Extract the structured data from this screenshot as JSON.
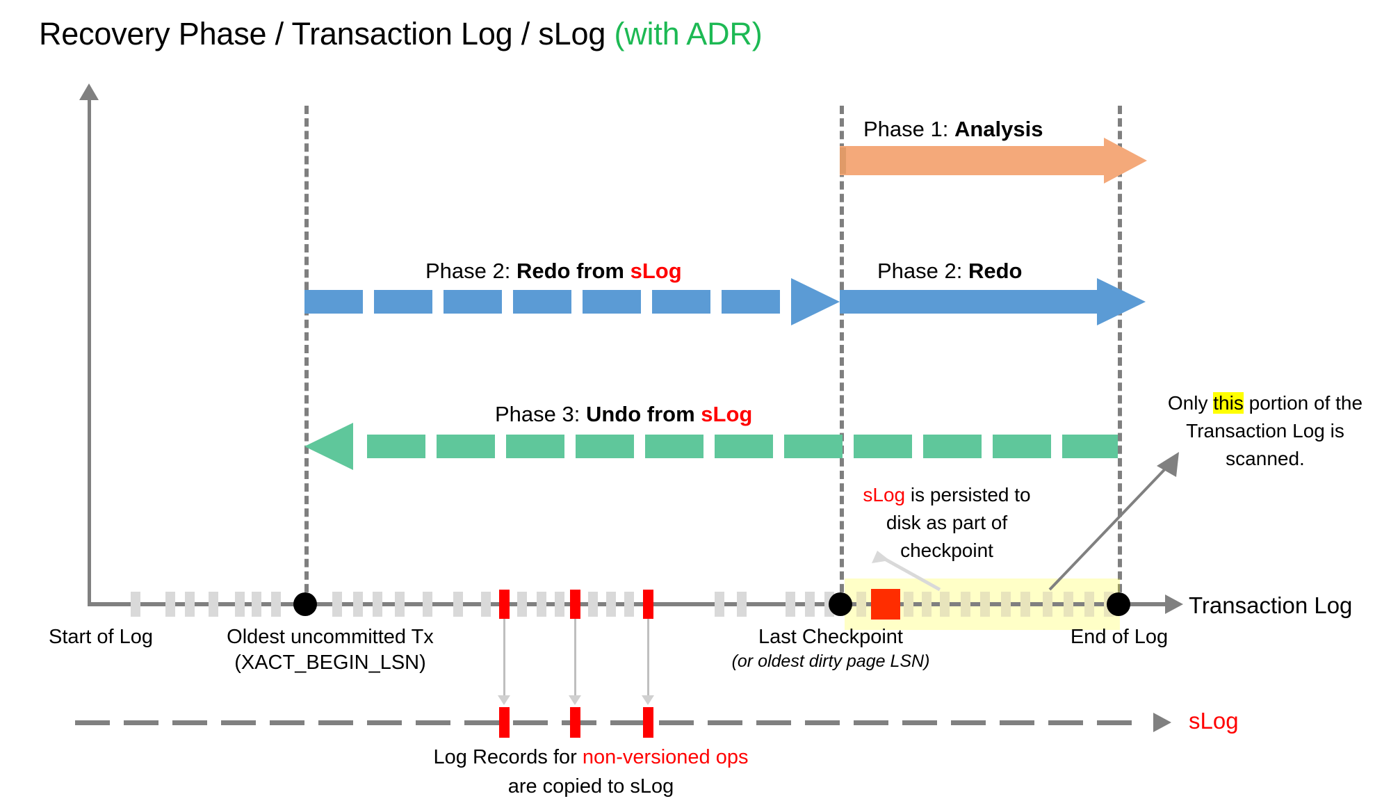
{
  "title": {
    "main": "Recovery Phase / Transaction Log / sLog ",
    "suffix": "(with ADR)"
  },
  "colors": {
    "analysis_arrow": "#F4A97A",
    "redo_arrow": "#5B9BD5",
    "undo_arrow": "#5FC79B",
    "slog_red": "#FF0000",
    "adr_green": "#1DB954",
    "axis_gray": "#808080",
    "tick_gray": "#D9D9D9",
    "highlight_yellow": "#FFFF00",
    "scan_band": "#FFFFCC"
  },
  "phases": [
    {
      "id": "phase1",
      "prefix": "Phase 1: ",
      "name": "Analysis",
      "suffix": "",
      "direction": "right",
      "style": "solid",
      "color": "#F4A97A"
    },
    {
      "id": "phase2-slog",
      "prefix": "Phase 2: ",
      "name": "Redo from ",
      "suffix": "sLog",
      "direction": "right",
      "style": "dashed",
      "color": "#5B9BD5"
    },
    {
      "id": "phase2-redo",
      "prefix": "Phase 2: ",
      "name": "Redo",
      "suffix": "",
      "direction": "right",
      "style": "solid",
      "color": "#5B9BD5"
    },
    {
      "id": "phase3-undo",
      "prefix": "Phase 3: ",
      "name": "Undo from ",
      "suffix": "sLog",
      "direction": "left",
      "style": "dashed",
      "color": "#5FC79B"
    }
  ],
  "timeline": {
    "axis_label": "Transaction Log",
    "markers": [
      {
        "id": "start-of-log",
        "label": "Start of Log",
        "sublabel": ""
      },
      {
        "id": "oldest-uncommitted-tx",
        "label": "Oldest uncommitted Tx",
        "sublabel": "(XACT_BEGIN_LSN)"
      },
      {
        "id": "last-checkpoint",
        "label": "Last Checkpoint",
        "sublabel": "(or oldest dirty page LSN)"
      },
      {
        "id": "end-of-log",
        "label": "End of Log",
        "sublabel": ""
      }
    ]
  },
  "slog_axis": {
    "label": "sLog"
  },
  "annotations": {
    "checkpoint_note": {
      "lead": "sLog",
      "rest": " is persisted to disk as part of checkpoint"
    },
    "scan_note": {
      "part1": "Only ",
      "highlight": "this",
      "part2": " portion of the Transaction Log is scanned."
    },
    "slog_copy_note": {
      "part1": "Log Records for ",
      "highlight": "non-versioned ops",
      "part2": "are copied to sLog"
    }
  }
}
